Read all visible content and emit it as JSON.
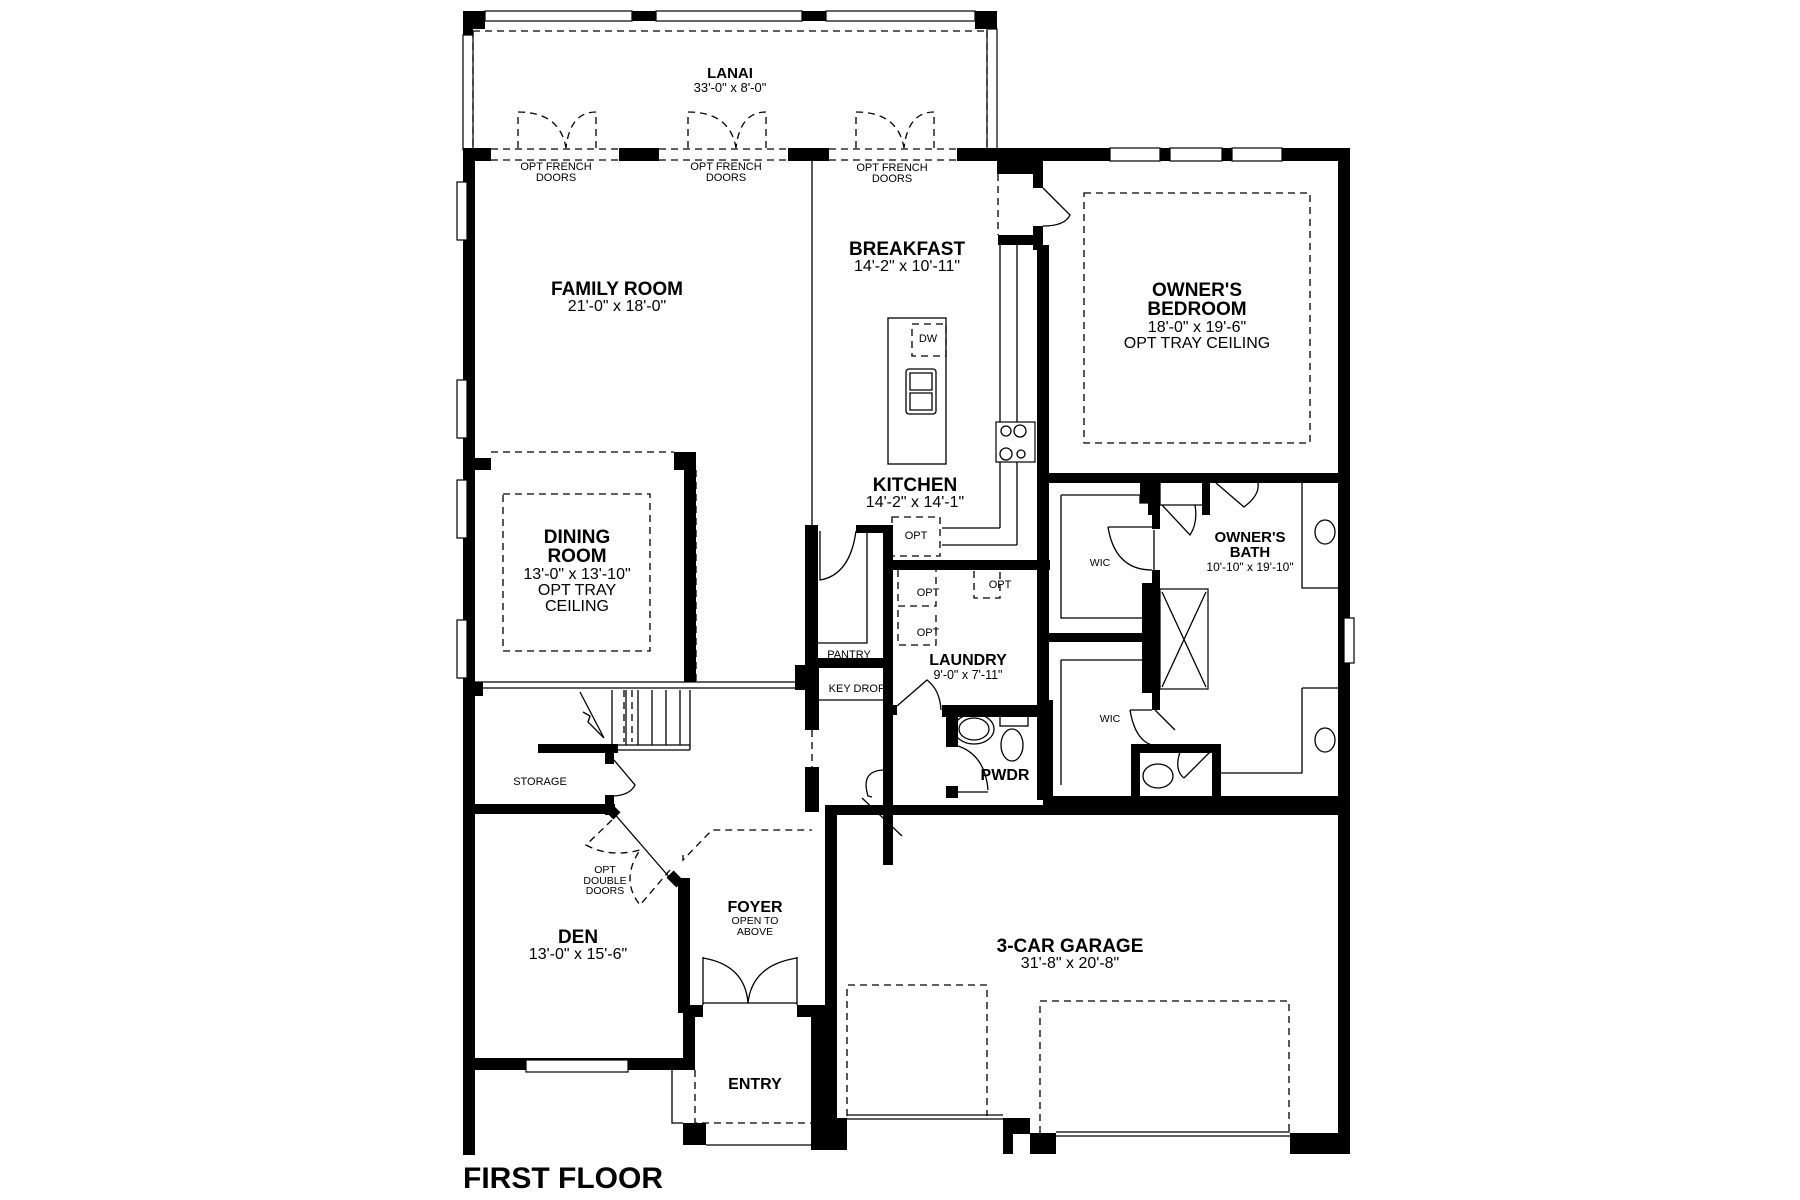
{
  "plan": {
    "title": "FIRST FLOOR",
    "colors": {
      "wall": "#000000",
      "background": "#ffffff"
    }
  },
  "rooms": {
    "lanai": {
      "name": "LANAI",
      "dim": "33'-0\" x 8'-0\""
    },
    "family_room": {
      "name": "FAMILY ROOM",
      "dim": "21'-0\" x 18'-0\""
    },
    "breakfast": {
      "name": "BREAKFAST",
      "dim": "14'-2\" x 10'-11\""
    },
    "owners_bedroom": {
      "name_line1": "OWNER'S",
      "name_line2": "BEDROOM",
      "dim": "18'-0\" x 19'-6\"",
      "note": "OPT TRAY CEILING"
    },
    "dining_room": {
      "name_line1": "DINING",
      "name_line2": "ROOM",
      "dim": "13'-0\" x 13'-10\"",
      "note_line1": "OPT TRAY",
      "note_line2": "CEILING"
    },
    "kitchen": {
      "name": "KITCHEN",
      "dim": "14'-2\" x 14'-1\""
    },
    "owners_bath": {
      "name_line1": "OWNER'S",
      "name_line2": "BATH",
      "dim": "10'-10\" x 19'-10\""
    },
    "laundry": {
      "name": "LAUNDRY",
      "dim": "9'-0\" x 7'-11\""
    },
    "pwdr": {
      "name": "PWDR"
    },
    "storage": {
      "name": "STORAGE"
    },
    "den": {
      "name": "DEN",
      "dim": "13'-0\" x 15'-6\""
    },
    "foyer": {
      "name": "FOYER",
      "note_line1": "OPEN TO",
      "note_line2": "ABOVE"
    },
    "entry": {
      "name": "ENTRY"
    },
    "garage": {
      "name": "3-CAR GARAGE",
      "dim": "31'-8\" x 20'-8\""
    },
    "pantry": {
      "name": "PANTRY"
    },
    "key_drop": {
      "name": "KEY DROP"
    },
    "wic_upper": {
      "name": "WIC"
    },
    "wic_lower": {
      "name": "WIC"
    }
  },
  "annotations": {
    "french_doors_1": {
      "line1": "OPT FRENCH",
      "line2": "DOORS"
    },
    "french_doors_2": {
      "line1": "OPT FRENCH",
      "line2": "DOORS"
    },
    "french_doors_3": {
      "line1": "OPT FRENCH",
      "line2": "DOORS"
    },
    "double_doors": {
      "line1": "OPT",
      "line2": "DOUBLE",
      "line3": "DOORS"
    },
    "dw": "DW",
    "opt_kitchen": "OPT",
    "opt_laundry_1": "OPT",
    "opt_laundry_2": "OPT",
    "opt_laundry_sink": "OPT"
  }
}
